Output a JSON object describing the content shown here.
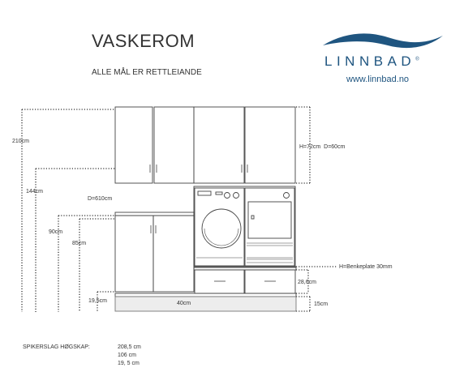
{
  "title": "VASKEROM",
  "subtitle": "ALLE MÅL ER RETTLEIANDE",
  "logo": {
    "name": "LINNBAD",
    "reg": "®",
    "url": "www.linnbad.no",
    "color": "#1f5580"
  },
  "dimensions": {
    "h210": "210cm",
    "h144": "144cm",
    "h90": "90cm",
    "h85": "85cm",
    "h195": "19,5cm",
    "w40": "40cm",
    "d610": "D=610cm",
    "upper": "H=72cm  D=60cm",
    "benk": "H=Benkeplate 30mm",
    "h286": "28,6cm",
    "h15": "15cm"
  },
  "spikerslag": {
    "label": "SPIKERSLAG HØGSKAP:",
    "values": [
      "208,5 cm",
      "106 cm",
      "19, 5 cm"
    ]
  }
}
